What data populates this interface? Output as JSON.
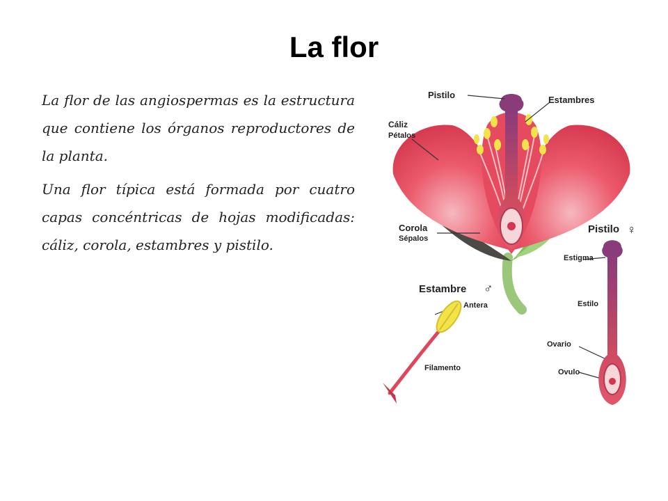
{
  "slide": {
    "title": "La flor",
    "paragraphs": [
      "La flor de las angiospermas es la estructura que contiene los órganos reproductores de la planta.",
      "Una flor típica está formada por cuatro capas concéntricas de hojas modificadas: cáliz, corola, estambres y pistilo."
    ]
  },
  "diagram": {
    "labels": {
      "pistilo": "Pistilo",
      "estambres": "Estambres",
      "caliz": "Cáliz",
      "petalos": "Pétalos",
      "corola": "Corola",
      "sepalos": "Sépalos",
      "pistilo_detail": "Pistilo",
      "estigma": "Estigma",
      "estilo": "Estilo",
      "ovario": "Ovario",
      "ovulo": "Ovulo",
      "estambre_detail": "Estambre",
      "antera": "Antera",
      "filamento": "Filamento"
    },
    "symbols": {
      "female": "♀",
      "male": "♂"
    },
    "colors": {
      "petal": "#e84a5f",
      "petal_light": "#f3a3ad",
      "stem": "#8cc06a",
      "sepal_dark": "#4d4a45",
      "pistil": "#8a3b7a",
      "anther": "#f2e34a"
    }
  }
}
